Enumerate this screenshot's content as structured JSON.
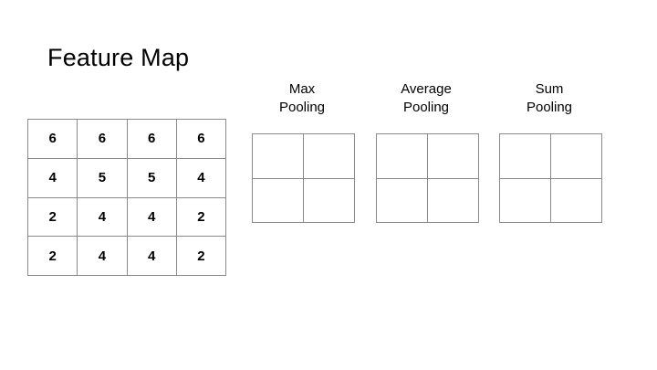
{
  "slide": {
    "title": "Feature Map",
    "background_color": "#ffffff",
    "grid_line_color": "#8a8a8a",
    "text_color": "#000000"
  },
  "chart_data": {
    "type": "table",
    "title": "Feature Map",
    "feature_map": {
      "rows": 4,
      "cols": 4,
      "values": [
        [
          6,
          6,
          6,
          6
        ],
        [
          4,
          5,
          5,
          4
        ],
        [
          2,
          4,
          4,
          2
        ],
        [
          2,
          4,
          4,
          2
        ]
      ]
    },
    "outputs": [
      {
        "name": "max-pooling",
        "header_lines": [
          "Max",
          "Pooling"
        ],
        "rows": 2,
        "cols": 2,
        "values": [
          [
            "",
            ""
          ],
          [
            "",
            ""
          ]
        ]
      },
      {
        "name": "average-pooling",
        "header_lines": [
          "Average",
          "Pooling"
        ],
        "rows": 2,
        "cols": 2,
        "values": [
          [
            "",
            ""
          ],
          [
            "",
            ""
          ]
        ]
      },
      {
        "name": "sum-pooling",
        "header_lines": [
          "Sum",
          "Pooling"
        ],
        "rows": 2,
        "cols": 2,
        "values": [
          [
            "",
            ""
          ],
          [
            "",
            ""
          ]
        ]
      }
    ]
  }
}
